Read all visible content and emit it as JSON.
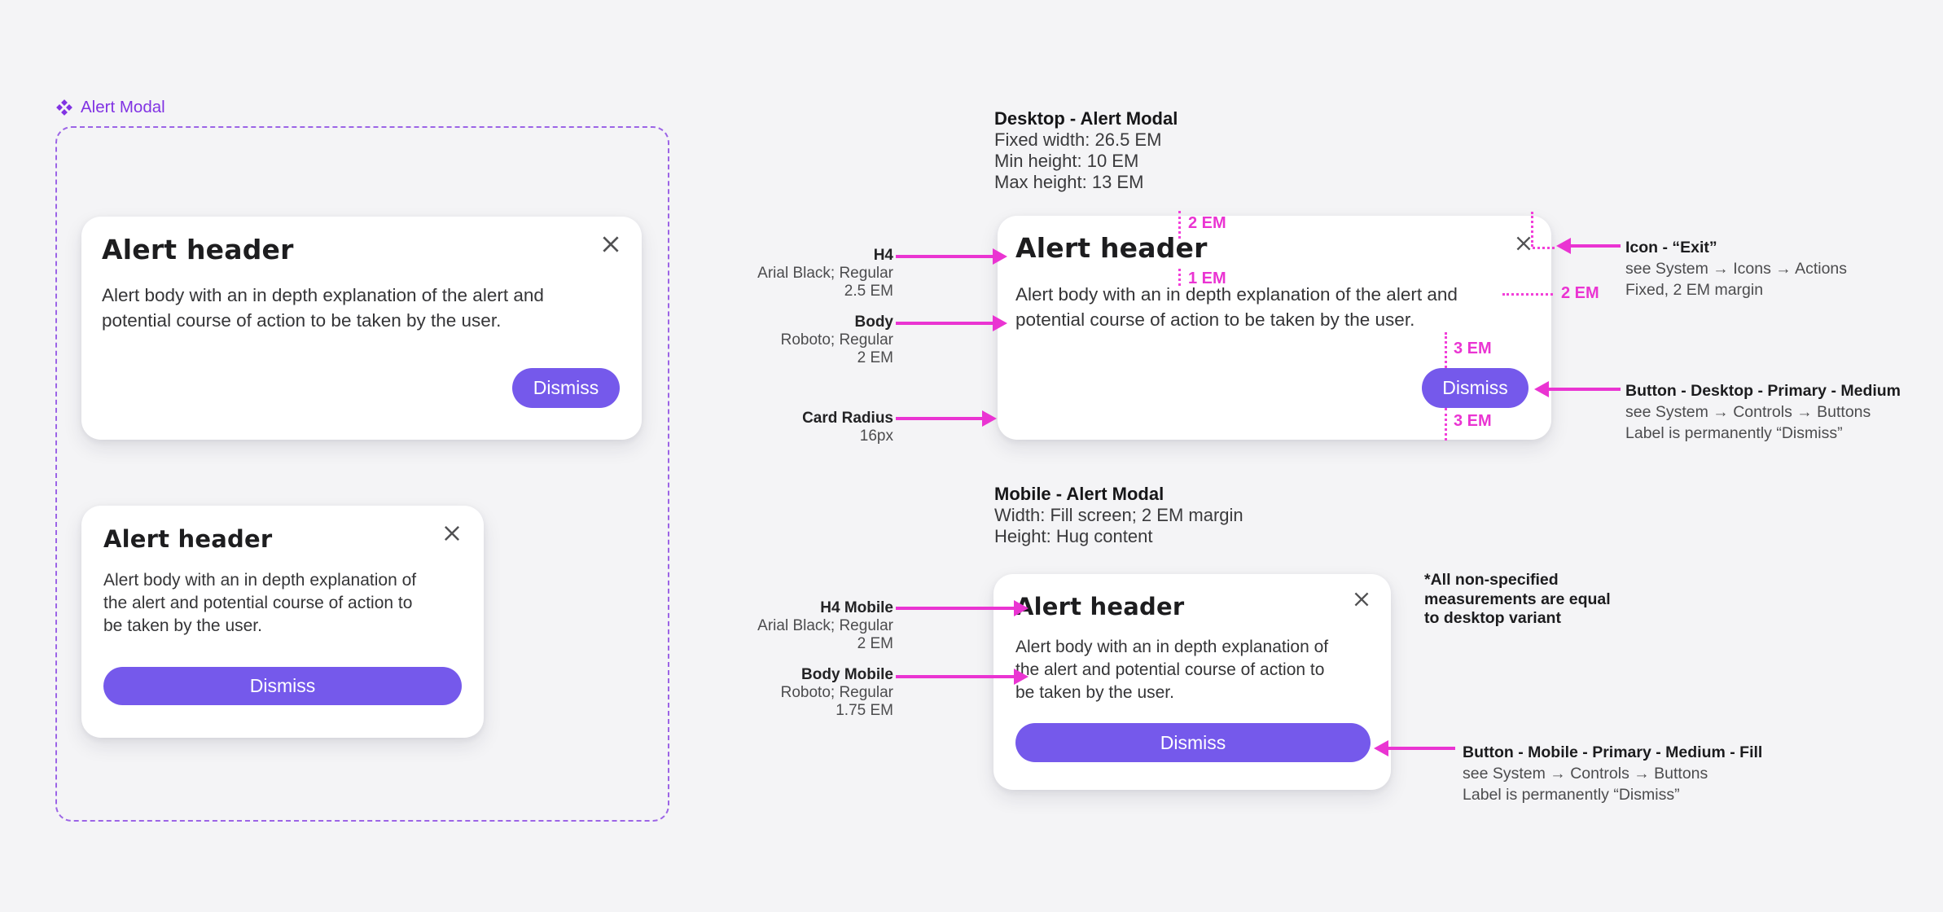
{
  "meta": {
    "section_label": "Alert Modal"
  },
  "colors": {
    "page_bg": "#F4F4F6",
    "accent_purple": "#8133E3",
    "dash_purple": "#9C64E6",
    "button_purple": "#7559EB",
    "annotation_magenta": "#EA34D2",
    "card_bg": "#FFFFFF"
  },
  "cards": {
    "header": "Alert header",
    "desktop_body": [
      "Alert body with an in depth explanation of the alert and",
      "potential course of action to be taken by the user."
    ],
    "mobile_body": [
      "Alert body with an in depth explanation of",
      "the alert and potential course of action to",
      "be taken by the user."
    ],
    "dismiss": "Dismiss"
  },
  "desktop_spec": {
    "title": "Desktop - Alert Modal",
    "props": [
      "Fixed width: 26.5 EM",
      "Min height: 10 EM",
      "Max height: 13 EM"
    ],
    "labels": {
      "h4": {
        "title": "H4",
        "font": "Arial Black; Regular",
        "size": "2.5 EM"
      },
      "body": {
        "title": "Body",
        "font": "Roboto; Regular",
        "size": "2 EM"
      },
      "radius": {
        "title": "Card Radius",
        "size": "16px"
      }
    },
    "notes": {
      "icon": {
        "title": "Icon - “Exit”",
        "line1": "see System → Icons → Actions",
        "line2": "Fixed, 2 EM margin"
      },
      "button": {
        "title": "Button - Desktop - Primary - Medium",
        "line1": "see System → Controls → Buttons",
        "line2": "Label is permanently “Dismiss”"
      }
    },
    "measure": {
      "top": "2 EM",
      "gap": "1 EM",
      "right": "2 EM",
      "above": "3 EM",
      "below": "3 EM"
    }
  },
  "mobile_spec": {
    "title": "Mobile - Alert Modal",
    "props": [
      "Width: Fill screen; 2 EM margin",
      "Height: Hug content"
    ],
    "labels": {
      "h4": {
        "title": "H4 Mobile",
        "font": "Arial Black; Regular",
        "size": "2 EM"
      },
      "body": {
        "title": "Body Mobile",
        "font": "Roboto; Regular",
        "size": "1.75 EM"
      }
    },
    "note": [
      "*All non-specified",
      "measurements are equal",
      "to desktop variant"
    ],
    "notes": {
      "button": {
        "title": "Button - Mobile - Primary - Medium - Fill",
        "line1": "see System → Controls → Buttons",
        "line2": "Label is permanently “Dismiss”"
      }
    }
  }
}
